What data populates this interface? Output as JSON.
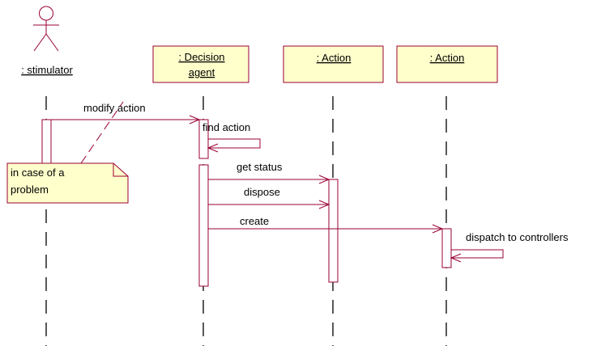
{
  "diagram": {
    "type": "uml-sequence",
    "colors": {
      "element": "#990033",
      "box_fill": "#FFFFCC",
      "lifeline": "#000000",
      "text": "#000000"
    },
    "actor": {
      "label": ": stimulator"
    },
    "objects": [
      {
        "id": "decision-agent",
        "label_line1": ": Decision",
        "label_line2": "agent"
      },
      {
        "id": "action-1",
        "label": ": Action"
      },
      {
        "id": "action-2",
        "label": ": Action"
      }
    ],
    "messages": [
      {
        "label": "modify action",
        "from": ": stimulator",
        "to": ": Decision agent"
      },
      {
        "label": "find action",
        "from": ": Decision agent",
        "to": ": Decision agent"
      },
      {
        "label": "get status",
        "from": ": Decision agent",
        "to": ": Action"
      },
      {
        "label": "dispose",
        "from": ": Decision agent",
        "to": ": Action"
      },
      {
        "label": "create",
        "from": ": Decision agent",
        "to": ": Action"
      },
      {
        "label": "dispatch to controllers",
        "from": ": Action",
        "to": ": Action"
      }
    ],
    "note": {
      "line1": "in case of a",
      "line2": "problem"
    }
  }
}
